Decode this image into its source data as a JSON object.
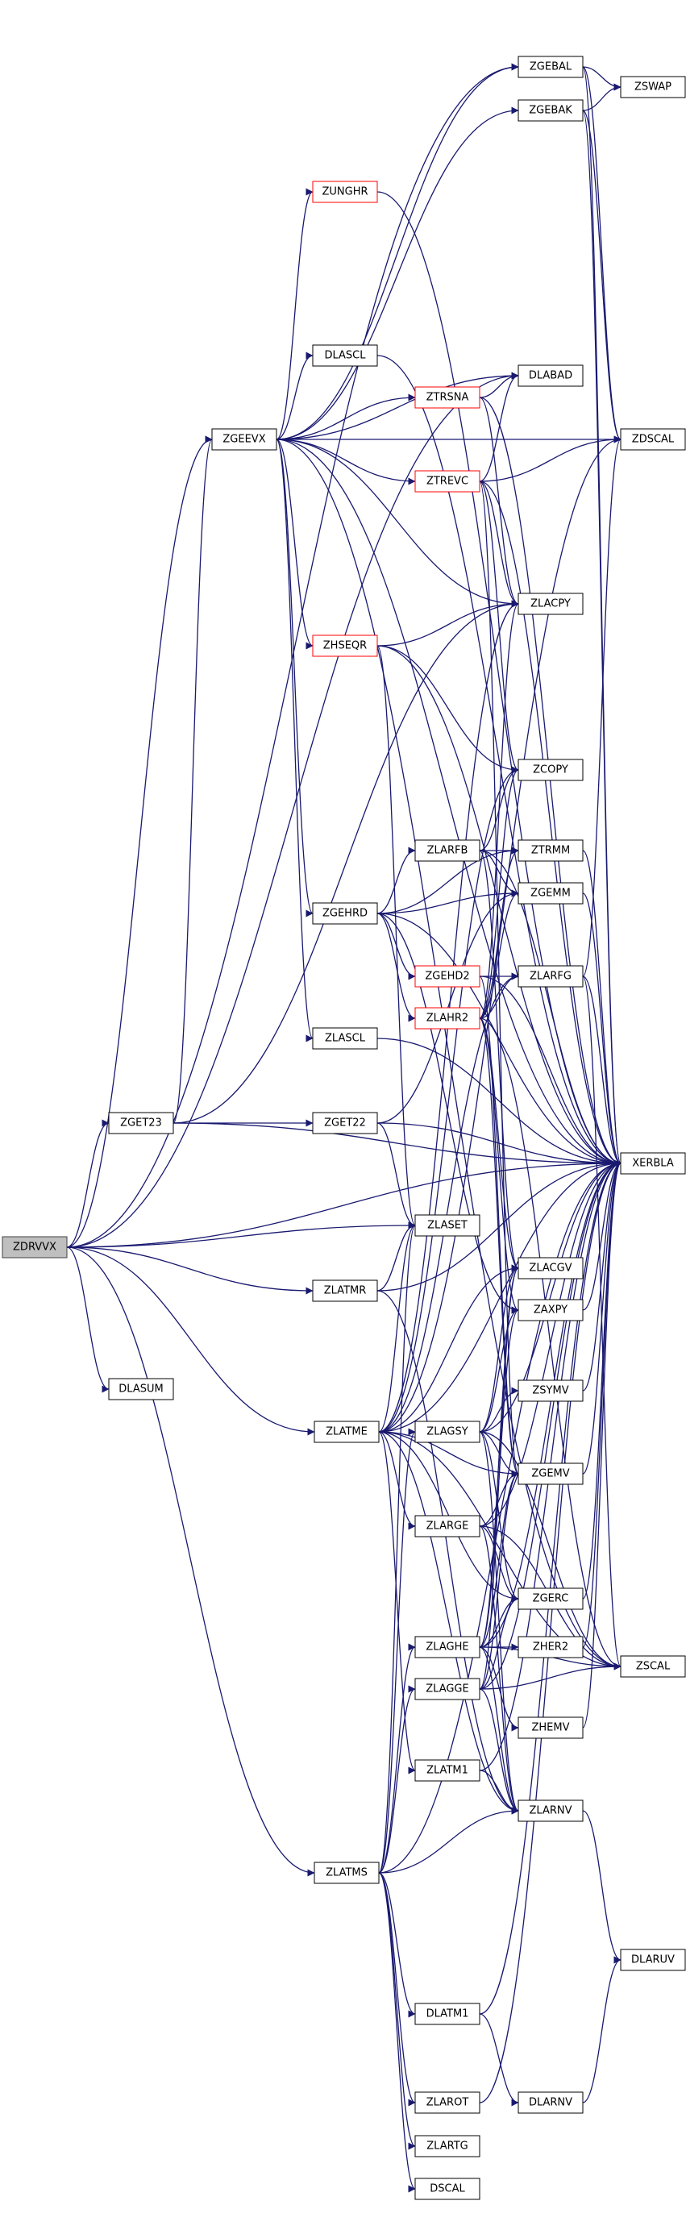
{
  "graph": {
    "root": "ZDRVVX",
    "colors": {
      "edge": "#191970",
      "node_border": "#000000",
      "root_fill": "#bfbfbf",
      "missing_link_border": "#ff0000"
    },
    "nodes": {
      "ZDRVVX": {
        "label": "ZDRVVX",
        "style": "root"
      },
      "ZGET23": {
        "label": "ZGET23"
      },
      "DLASUM": {
        "label": "DLASUM"
      },
      "ZGEEVX": {
        "label": "ZGEEVX"
      },
      "ZLATME": {
        "label": "ZLATME"
      },
      "ZLATMS": {
        "label": "ZLATMS"
      },
      "ZGEBAL": {
        "label": "ZGEBAL"
      },
      "ZGEBAK": {
        "label": "ZGEBAK"
      },
      "ZUNGHR": {
        "label": "ZUNGHR",
        "style": "red"
      },
      "DLASCL": {
        "label": "DLASCL"
      },
      "ZTRSNA": {
        "label": "ZTRSNA",
        "style": "red"
      },
      "ZTREVC": {
        "label": "ZTREVC",
        "style": "red"
      },
      "ZHSEQR": {
        "label": "ZHSEQR",
        "style": "red"
      },
      "ZGEHRD": {
        "label": "ZGEHRD"
      },
      "ZLASCL": {
        "label": "ZLASCL"
      },
      "ZGET22": {
        "label": "ZGET22"
      },
      "ZLATMR": {
        "label": "ZLATMR"
      },
      "ZLARFB": {
        "label": "ZLARFB"
      },
      "ZGEHD2": {
        "label": "ZGEHD2",
        "style": "red"
      },
      "ZLAHR2": {
        "label": "ZLAHR2",
        "style": "red"
      },
      "ZLASET": {
        "label": "ZLASET"
      },
      "ZLAGSY": {
        "label": "ZLAGSY"
      },
      "ZLARGE": {
        "label": "ZLARGE"
      },
      "ZLAGHE": {
        "label": "ZLAGHE"
      },
      "ZLAGGE": {
        "label": "ZLAGGE"
      },
      "ZLATM1": {
        "label": "ZLATM1"
      },
      "DLATM1": {
        "label": "DLATM1"
      },
      "ZLAROT": {
        "label": "ZLAROT"
      },
      "ZLARTG": {
        "label": "ZLARTG"
      },
      "DSCAL": {
        "label": "DSCAL"
      },
      "ZSWAP": {
        "label": "ZSWAP"
      },
      "DLABAD": {
        "label": "DLABAD"
      },
      "ZDSCAL": {
        "label": "ZDSCAL"
      },
      "ZLACPY": {
        "label": "ZLACPY"
      },
      "ZCOPY": {
        "label": "ZCOPY"
      },
      "ZTRMM": {
        "label": "ZTRMM"
      },
      "ZGEMM": {
        "label": "ZGEMM"
      },
      "ZLARFG": {
        "label": "ZLARFG"
      },
      "XERBLA": {
        "label": "XERBLA"
      },
      "ZLACGV": {
        "label": "ZLACGV"
      },
      "ZAXPY": {
        "label": "ZAXPY"
      },
      "ZSYMV": {
        "label": "ZSYMV"
      },
      "ZGEMV": {
        "label": "ZGEMV"
      },
      "ZGERC": {
        "label": "ZGERC"
      },
      "ZHER2": {
        "label": "ZHER2"
      },
      "ZHEMV": {
        "label": "ZHEMV"
      },
      "ZLARNV": {
        "label": "ZLARNV"
      },
      "DLARNV": {
        "label": "DLARNV"
      },
      "ZSCAL": {
        "label": "ZSCAL"
      },
      "DLARUV": {
        "label": "DLARUV"
      }
    },
    "edges": [
      [
        "ZDRVVX",
        "ZGET23"
      ],
      [
        "ZDRVVX",
        "DLASUM"
      ],
      [
        "ZDRVVX",
        "ZGEEVX"
      ],
      [
        "ZDRVVX",
        "ZLATME"
      ],
      [
        "ZDRVVX",
        "ZLATMS"
      ],
      [
        "ZDRVVX",
        "ZLASET"
      ],
      [
        "ZDRVVX",
        "ZLATMR"
      ],
      [
        "ZDRVVX",
        "ZGEBAL"
      ],
      [
        "ZDRVVX",
        "DLABAD"
      ],
      [
        "ZDRVVX",
        "XERBLA"
      ],
      [
        "ZGET23",
        "ZGEEVX"
      ],
      [
        "ZGET23",
        "ZGET22"
      ],
      [
        "ZGET23",
        "ZLACPY"
      ],
      [
        "ZGET23",
        "XERBLA"
      ],
      [
        "ZGEEVX",
        "ZGEBAL"
      ],
      [
        "ZGEEVX",
        "ZGEBAK"
      ],
      [
        "ZGEEVX",
        "ZUNGHR"
      ],
      [
        "ZGEEVX",
        "DLASCL"
      ],
      [
        "ZGEEVX",
        "ZTRSNA"
      ],
      [
        "ZGEEVX",
        "ZTREVC"
      ],
      [
        "ZGEEVX",
        "ZHSEQR"
      ],
      [
        "ZGEEVX",
        "ZGEHRD"
      ],
      [
        "ZGEEVX",
        "ZLASCL"
      ],
      [
        "ZGEEVX",
        "DLABAD"
      ],
      [
        "ZGEEVX",
        "ZDSCAL"
      ],
      [
        "ZGEEVX",
        "ZLACPY"
      ],
      [
        "ZGEEVX",
        "XERBLA"
      ],
      [
        "ZGEEVX",
        "ZSCAL"
      ],
      [
        "ZGEBAL",
        "ZSWAP"
      ],
      [
        "ZGEBAL",
        "ZDSCAL"
      ],
      [
        "ZGEBAL",
        "XERBLA"
      ],
      [
        "ZGEBAK",
        "ZSWAP"
      ],
      [
        "ZGEBAK",
        "ZDSCAL"
      ],
      [
        "ZGEBAK",
        "XERBLA"
      ],
      [
        "ZUNGHR",
        "XERBLA"
      ],
      [
        "DLASCL",
        "XERBLA"
      ],
      [
        "ZTRSNA",
        "DLABAD"
      ],
      [
        "ZTRSNA",
        "ZLACPY"
      ],
      [
        "ZTRSNA",
        "XERBLA"
      ],
      [
        "ZTREVC",
        "DLABAD"
      ],
      [
        "ZTREVC",
        "ZDSCAL"
      ],
      [
        "ZTREVC",
        "ZCOPY"
      ],
      [
        "ZTREVC",
        "ZLACPY"
      ],
      [
        "ZTREVC",
        "ZGEMV"
      ],
      [
        "ZTREVC",
        "XERBLA"
      ],
      [
        "ZHSEQR",
        "ZLACPY"
      ],
      [
        "ZHSEQR",
        "ZCOPY"
      ],
      [
        "ZHSEQR",
        "ZLASET"
      ],
      [
        "ZHSEQR",
        "XERBLA"
      ],
      [
        "ZGEHRD",
        "ZLARFB"
      ],
      [
        "ZGEHRD",
        "ZGEMM"
      ],
      [
        "ZGEHRD",
        "ZGEHD2"
      ],
      [
        "ZGEHRD",
        "ZLAHR2"
      ],
      [
        "ZGEHRD",
        "ZTRMM"
      ],
      [
        "ZGEHRD",
        "ZAXPY"
      ],
      [
        "ZGEHRD",
        "XERBLA"
      ],
      [
        "ZLASCL",
        "XERBLA"
      ],
      [
        "ZGET22",
        "ZLASET"
      ],
      [
        "ZGET22",
        "ZGEMM"
      ],
      [
        "ZGET22",
        "XERBLA"
      ],
      [
        "ZLATMR",
        "ZLASET"
      ],
      [
        "ZLATMR",
        "XERBLA"
      ],
      [
        "ZLATMR",
        "ZLARNV"
      ],
      [
        "ZLARFB",
        "ZCOPY"
      ],
      [
        "ZLARFB",
        "ZTRMM"
      ],
      [
        "ZLARFB",
        "ZGEMM"
      ],
      [
        "ZLARFB",
        "ZLACGV"
      ],
      [
        "ZLARFB",
        "XERBLA"
      ],
      [
        "ZGEHD2",
        "ZLARFG"
      ],
      [
        "ZGEHD2",
        "XERBLA"
      ],
      [
        "ZGEHD2",
        "ZGEMV"
      ],
      [
        "ZLAHR2",
        "ZLACPY"
      ],
      [
        "ZLAHR2",
        "ZCOPY"
      ],
      [
        "ZLAHR2",
        "ZTRMM"
      ],
      [
        "ZLAHR2",
        "ZGEMM"
      ],
      [
        "ZLAHR2",
        "ZLARFG"
      ],
      [
        "ZLAHR2",
        "ZLACGV"
      ],
      [
        "ZLAHR2",
        "ZAXPY"
      ],
      [
        "ZLAHR2",
        "ZGEMV"
      ],
      [
        "ZLAHR2",
        "ZSCAL"
      ],
      [
        "ZLARFG",
        "ZDSCAL"
      ],
      [
        "ZLARFG",
        "XERBLA"
      ],
      [
        "ZLARFG",
        "ZSCAL"
      ],
      [
        "ZLATME",
        "ZLASET"
      ],
      [
        "ZLATME",
        "ZLACPY"
      ],
      [
        "ZLATME",
        "ZCOPY"
      ],
      [
        "ZLATME",
        "ZLARFG"
      ],
      [
        "ZLATME",
        "ZGEMV"
      ],
      [
        "ZLATME",
        "ZGERC"
      ],
      [
        "ZLATME",
        "ZLARGE"
      ],
      [
        "ZLATME",
        "ZLATM1"
      ],
      [
        "ZLATME",
        "ZLARNV"
      ],
      [
        "ZLATME",
        "ZSCAL"
      ],
      [
        "ZLATME",
        "ZDSCAL"
      ],
      [
        "ZLATME",
        "XERBLA"
      ],
      [
        "ZLATME",
        "ZLACGV"
      ],
      [
        "ZLATMS",
        "ZLAGSY"
      ],
      [
        "ZLATMS",
        "ZLAGHE"
      ],
      [
        "ZLATMS",
        "ZLAGGE"
      ],
      [
        "ZLATMS",
        "DLATM1"
      ],
      [
        "ZLATMS",
        "ZLAROT"
      ],
      [
        "ZLATMS",
        "ZLARTG"
      ],
      [
        "ZLATMS",
        "DSCAL"
      ],
      [
        "ZLATMS",
        "ZLASET"
      ],
      [
        "ZLATMS",
        "ZLARNV"
      ],
      [
        "ZLATMS",
        "XERBLA"
      ],
      [
        "ZLAGSY",
        "ZLACGV"
      ],
      [
        "ZLAGSY",
        "ZAXPY"
      ],
      [
        "ZLAGSY",
        "ZSYMV"
      ],
      [
        "ZLAGSY",
        "ZGEMV"
      ],
      [
        "ZLAGSY",
        "ZGERC"
      ],
      [
        "ZLAGSY",
        "ZLARNV"
      ],
      [
        "ZLAGSY",
        "ZSCAL"
      ],
      [
        "ZLAGSY",
        "XERBLA"
      ],
      [
        "ZLARGE",
        "ZGEMV"
      ],
      [
        "ZLARGE",
        "ZGERC"
      ],
      [
        "ZLARGE",
        "ZLARNV"
      ],
      [
        "ZLARGE",
        "ZSCAL"
      ],
      [
        "ZLARGE",
        "XERBLA"
      ],
      [
        "ZLAGHE",
        "ZLACGV"
      ],
      [
        "ZLAGHE",
        "ZAXPY"
      ],
      [
        "ZLAGHE",
        "ZGEMV"
      ],
      [
        "ZLAGHE",
        "ZGERC"
      ],
      [
        "ZLAGHE",
        "ZHER2"
      ],
      [
        "ZLAGHE",
        "ZHEMV"
      ],
      [
        "ZLAGHE",
        "ZLARNV"
      ],
      [
        "ZLAGHE",
        "ZSCAL"
      ],
      [
        "ZLAGHE",
        "XERBLA"
      ],
      [
        "ZLAGGE",
        "ZLACGV"
      ],
      [
        "ZLAGGE",
        "ZGEMV"
      ],
      [
        "ZLAGGE",
        "ZGERC"
      ],
      [
        "ZLAGGE",
        "ZLARNV"
      ],
      [
        "ZLAGGE",
        "ZSCAL"
      ],
      [
        "ZLAGGE",
        "XERBLA"
      ],
      [
        "ZLATM1",
        "ZLARNV"
      ],
      [
        "ZLATM1",
        "XERBLA"
      ],
      [
        "DLATM1",
        "DLARNV"
      ],
      [
        "DLATM1",
        "XERBLA"
      ],
      [
        "ZLAROT",
        "XERBLA"
      ],
      [
        "DLARNV",
        "DLARUV"
      ],
      [
        "ZLARNV",
        "DLARUV"
      ],
      [
        "ZSYMV",
        "XERBLA"
      ],
      [
        "ZGEMV",
        "XERBLA"
      ],
      [
        "ZGERC",
        "XERBLA"
      ],
      [
        "ZHER2",
        "XERBLA"
      ],
      [
        "ZHEMV",
        "XERBLA"
      ],
      [
        "ZTRMM",
        "XERBLA"
      ],
      [
        "ZGEMM",
        "XERBLA"
      ],
      [
        "ZAXPY",
        "XERBLA"
      ]
    ]
  }
}
